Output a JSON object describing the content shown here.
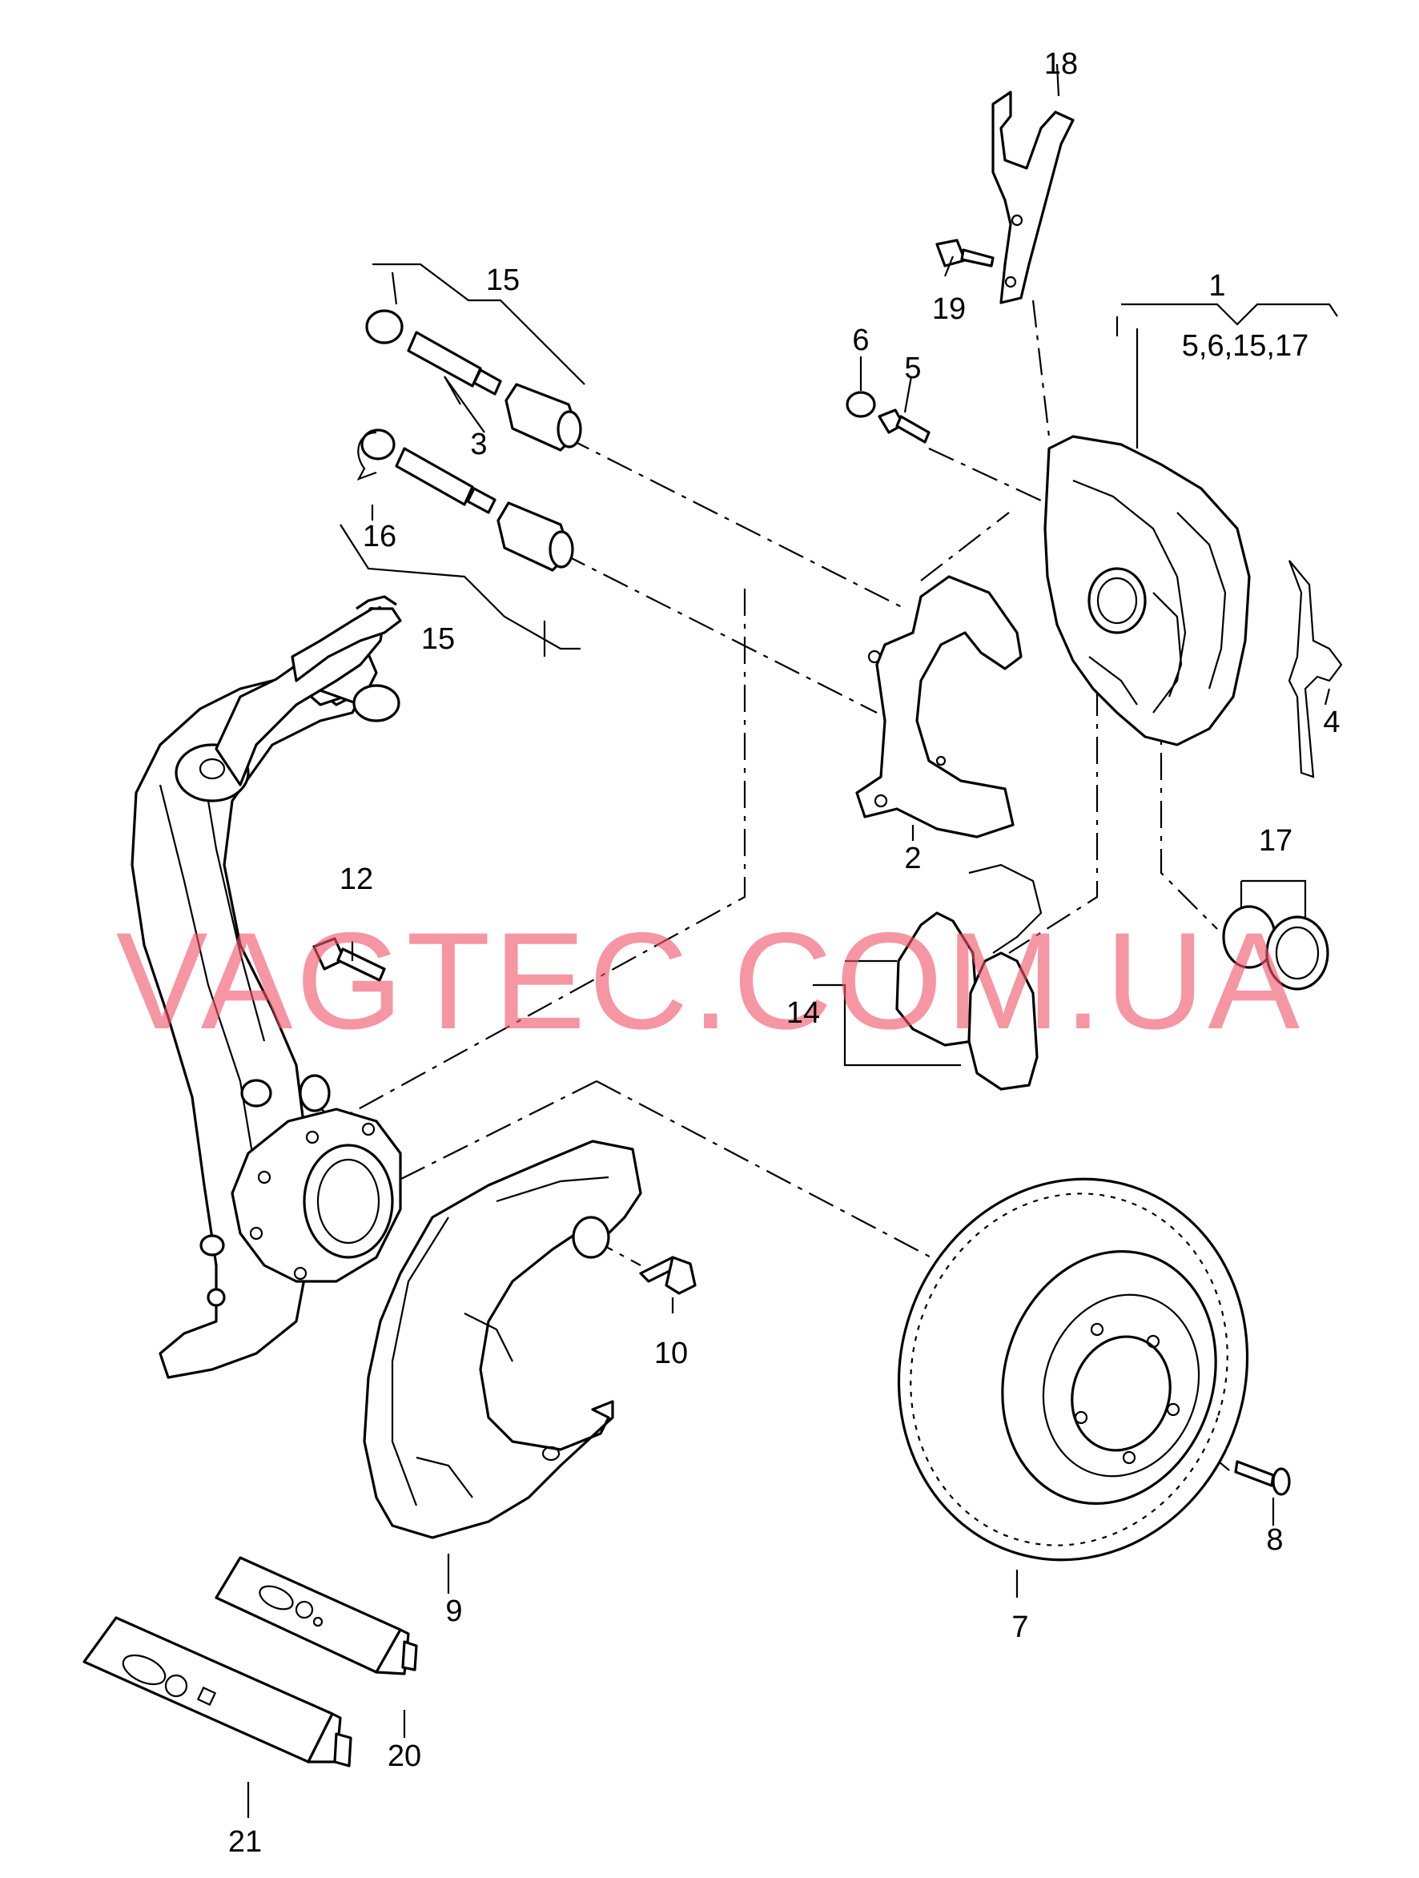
{
  "watermark": "VAGTEC.COM.UA",
  "callouts": {
    "c1": "1",
    "c1_sub": "5,6,15,17",
    "c2": "2",
    "c3": "3",
    "c4": "4",
    "c5": "5",
    "c6": "6",
    "c7": "7",
    "c8": "8",
    "c9": "9",
    "c10": "10",
    "c12": "12",
    "c14": "14",
    "c15a": "15",
    "c15b": "15",
    "c16": "16",
    "c17": "17",
    "c18": "18",
    "c19": "19",
    "c20": "20",
    "c21": "21"
  }
}
